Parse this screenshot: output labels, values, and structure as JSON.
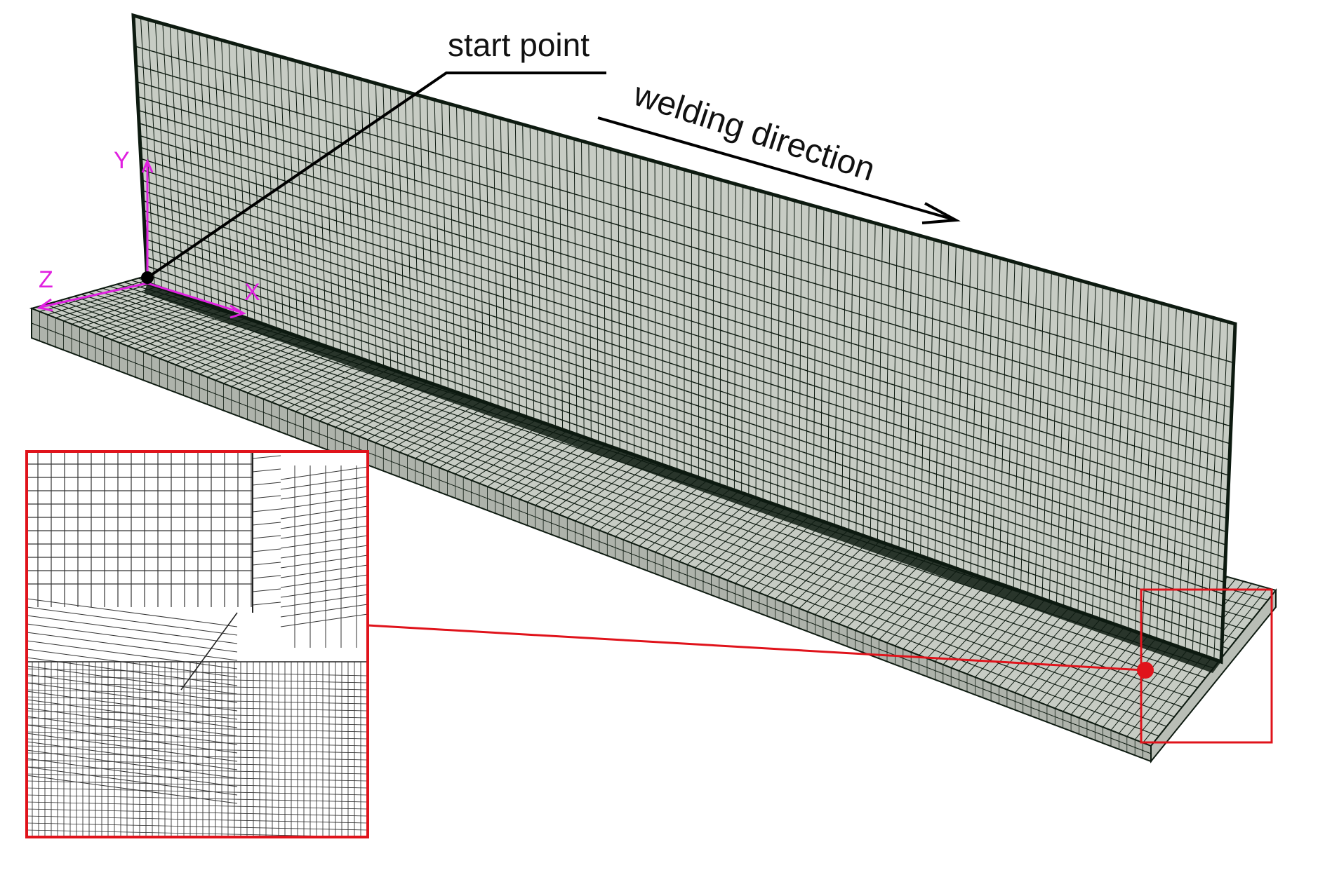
{
  "labels": {
    "start_point": "start point",
    "welding_direction": "welding direction"
  },
  "axes": {
    "x": "X",
    "y": "Y",
    "z": "Z"
  },
  "colors": {
    "mesh_fill": "#c7ccc4",
    "mesh_line": "#0d1a10",
    "detail_mesh_line": "#333333",
    "axis": "#e020e0",
    "highlight": "#e0131b",
    "annotation": "#000000"
  }
}
